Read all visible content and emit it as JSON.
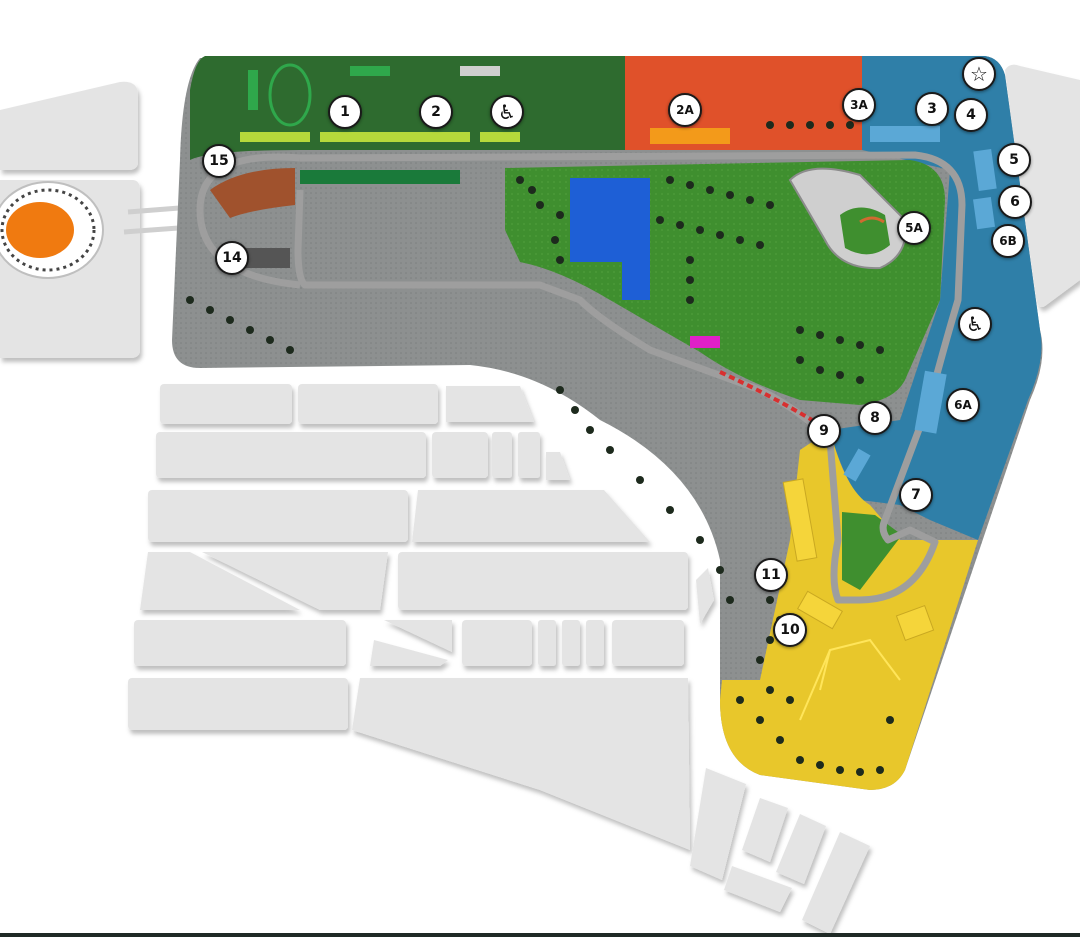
{
  "colors": {
    "green_zone": "#2e6b2f",
    "inner_park": "#3f8f2f",
    "orange_zone": "#e0512a",
    "blue_zone": "#2f7fa8",
    "yellow_zone": "#e8c72b",
    "asphalt": "#8d9090",
    "track": "#9e9e9e",
    "lake": "#1e5fd6",
    "stadium": "#f07a10",
    "blocks": "#e4e4e4",
    "accent_magenta": "#e020c8"
  },
  "markers": [
    {
      "id": "m1",
      "label": "1"
    },
    {
      "id": "m2",
      "label": "2"
    },
    {
      "id": "m-access-1",
      "label": "",
      "icon": "wheelchair-icon"
    },
    {
      "id": "m2A",
      "label": "2A"
    },
    {
      "id": "m3A",
      "label": "3A"
    },
    {
      "id": "m3",
      "label": "3"
    },
    {
      "id": "m4",
      "label": "4"
    },
    {
      "id": "m-star",
      "label": "",
      "icon": "star-icon"
    },
    {
      "id": "m5",
      "label": "5"
    },
    {
      "id": "m6",
      "label": "6"
    },
    {
      "id": "m6B",
      "label": "6B"
    },
    {
      "id": "m5A",
      "label": "5A"
    },
    {
      "id": "m-access-2",
      "label": "",
      "icon": "wheelchair-icon"
    },
    {
      "id": "m6A",
      "label": "6A"
    },
    {
      "id": "m8",
      "label": "8"
    },
    {
      "id": "m9",
      "label": "9"
    },
    {
      "id": "m7",
      "label": "7"
    },
    {
      "id": "m11",
      "label": "11"
    },
    {
      "id": "m10",
      "label": "10"
    },
    {
      "id": "m15",
      "label": "15"
    },
    {
      "id": "m14",
      "label": "14"
    }
  ]
}
